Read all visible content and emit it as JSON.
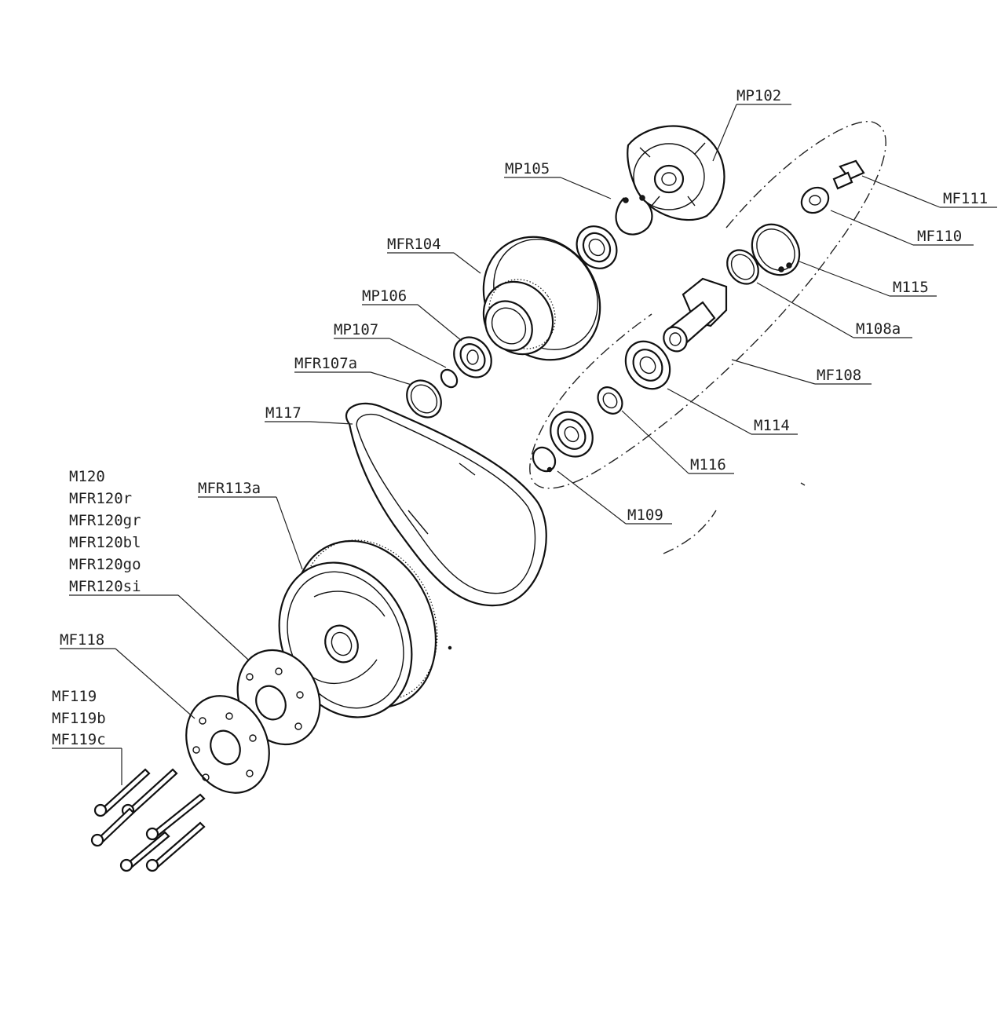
{
  "diagram": {
    "type": "exploded-parts-view",
    "line_color": "#111111",
    "background": "#ffffff",
    "labels": {
      "mp102": "MP102",
      "mp105": "MP105",
      "mf111": "MF111",
      "mf110": "MF110",
      "mfr104": "MFR104",
      "m115": "M115",
      "mp106": "MP106",
      "m108a": "M108a",
      "mp107": "MP107",
      "mfr107a": "MFR107a",
      "mf108": "MF108",
      "m117": "M117",
      "m114": "M114",
      "m116": "M116",
      "m120": "M120",
      "mfr120r": "MFR120r",
      "mfr120gr": "MFR120gr",
      "mfr120bl": "MFR120bl",
      "mfr120go": "MFR120go",
      "mfr120si": "MFR120si",
      "mfr113a": "MFR113a",
      "m109": "M109",
      "mf118": "MF118",
      "mf119": "MF119",
      "mf119b": "MF119b",
      "mf119c": "MF119c"
    }
  }
}
